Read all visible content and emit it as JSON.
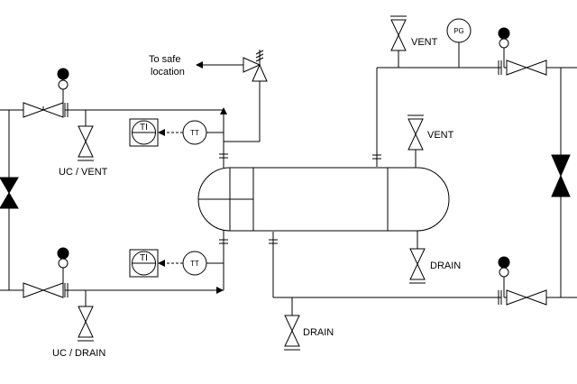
{
  "labels": {
    "to_safe": [
      "To safe",
      "location"
    ],
    "vent": "VENT",
    "uc_vent": "UC / VENT",
    "uc_drain": "UC / DRAIN",
    "drain": "DRAIN"
  },
  "instruments": {
    "pg": "PG",
    "tt": "TT",
    "ti": "TI"
  }
}
